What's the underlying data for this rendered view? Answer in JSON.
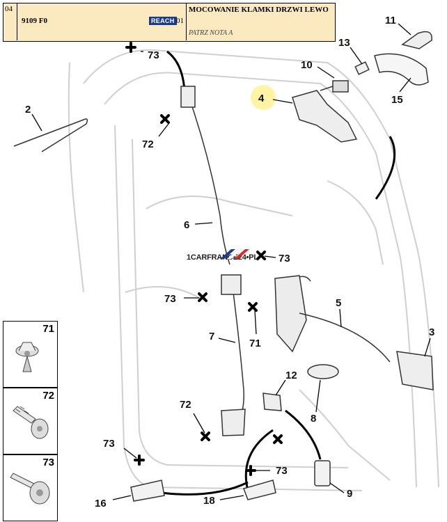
{
  "header": {
    "section": "04",
    "ref": "9109 F0",
    "reach": "REACH",
    "qty": "01",
    "description": "MOCOWANIE KLAMKI DRZWI LEWO",
    "note": "PATRZ NOTA A"
  },
  "watermark": "1CARFRANCE24",
  "watermark_suffix": "•PL",
  "callouts": [
    "11",
    "13",
    "10",
    "4",
    "15",
    "2",
    "73",
    "72",
    "6",
    "73",
    "73",
    "5",
    "3",
    "7",
    "71",
    "12",
    "72",
    "8",
    "73",
    "73",
    "16",
    "18",
    "9"
  ],
  "clips": [
    {
      "label": "71"
    },
    {
      "label": "72"
    },
    {
      "label": "73"
    }
  ],
  "colors": {
    "header_bg": "#fbeac0",
    "reach_bg": "#1c3a86",
    "highlight": "#fff3a6",
    "line": "#222222"
  }
}
